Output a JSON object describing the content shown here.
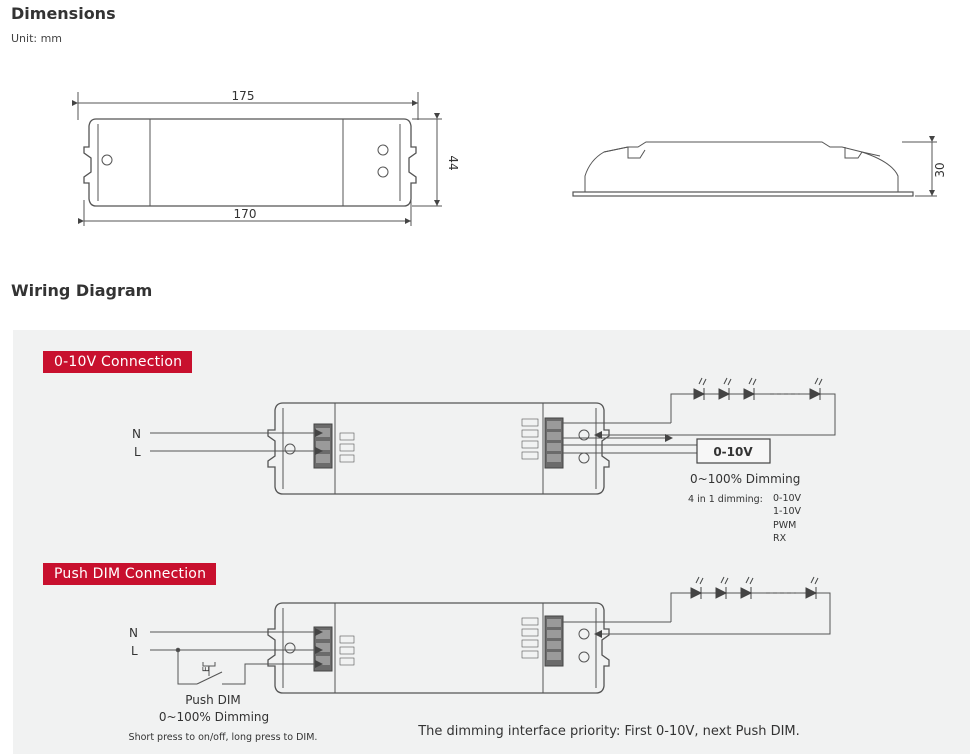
{
  "dimensions": {
    "title": "Dimensions",
    "unit": "Unit: mm",
    "length_outer": "175",
    "length_inner": "170",
    "width": "44",
    "height": "30"
  },
  "wiring": {
    "title": "Wiring Diagram",
    "conn1": {
      "label": "0-10V Connection",
      "n": "N",
      "l": "L",
      "box": "0-10V",
      "dimming": "0~100% Dimming",
      "four_in_one": "4 in 1 dimming:",
      "modes": [
        "0-10V",
        "1-10V",
        "PWM",
        "RX"
      ]
    },
    "conn2": {
      "label": "Push DIM Connection",
      "n": "N",
      "l": "L",
      "push_dim": "Push DIM",
      "dimming": "0~100% Dimming",
      "note": "Short press to on/off, long press to DIM."
    },
    "priority": "The dimming interface priority: First 0-10V, next Push DIM."
  },
  "colors": {
    "accent": "#c8102e",
    "panel": "#f1f2f2",
    "line": "#555555"
  }
}
